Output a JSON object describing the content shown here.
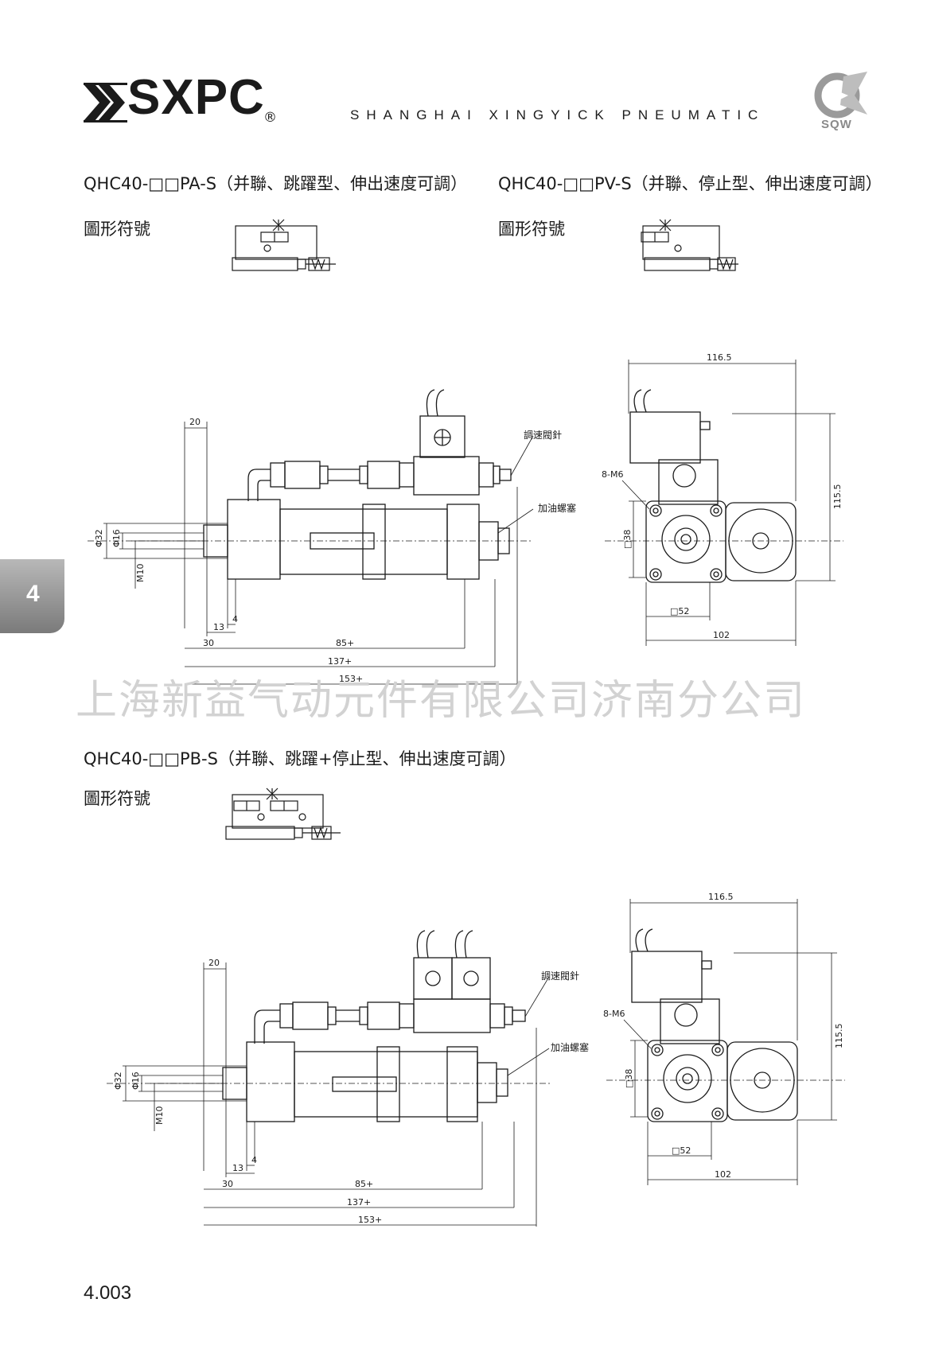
{
  "header": {
    "logo_text": "SXPC",
    "logo_reg": "®",
    "company_en": "SHANGHAI XINGYICK PNEUMATIC",
    "brand_mark_text": "SQW"
  },
  "sections": [
    {
      "title": "QHC40-□□PA-S（并聯、跳躍型、伸出速度可調）",
      "symbol_label": "圖形符號"
    },
    {
      "title": "QHC40-□□PV-S（并聯、停止型、伸出速度可調）",
      "symbol_label": "圖形符號"
    },
    {
      "title": "QHC40-□□PB-S（并聯、跳躍+停止型、伸出速度可調）",
      "symbol_label": "圖形符號"
    }
  ],
  "drawing_top": {
    "callouts": {
      "needle": "調速閥針",
      "oil_plug": "加油螺塞",
      "thread": "8-M6"
    },
    "dims": {
      "d20": "20",
      "phi32": "Φ32",
      "phi16": "Φ16",
      "m10": "M10",
      "d4": "4",
      "d13": "13",
      "d30": "30",
      "d85": "85+",
      "d137": "137+",
      "d153": "153+",
      "d1165": "116.5",
      "d1155": "115.5",
      "d38": "□38",
      "d52": "□52",
      "d102": "102"
    }
  },
  "drawing_bottom": {
    "callouts": {
      "needle": "調速閥針",
      "oil_plug": "加油螺塞",
      "thread": "8-M6"
    },
    "dims": {
      "d20": "20",
      "phi32": "Φ32",
      "phi16": "Φ16",
      "m10": "M10",
      "d4": "4",
      "d13": "13",
      "d30": "30",
      "d85": "85+",
      "d137": "137+",
      "d153": "153+",
      "d1165": "116.5",
      "d1155": "115.5",
      "d38": "□38",
      "d52": "□52",
      "d102": "102"
    }
  },
  "watermark": "上海新益气动元件有限公司济南分公司",
  "page_tab": "4",
  "page_number": "4.003",
  "colors": {
    "ink": "#1b1b1b",
    "watermark": "#d2d2d2",
    "tab_top": "#b8b8b8",
    "tab_bottom": "#7a7a7a"
  }
}
